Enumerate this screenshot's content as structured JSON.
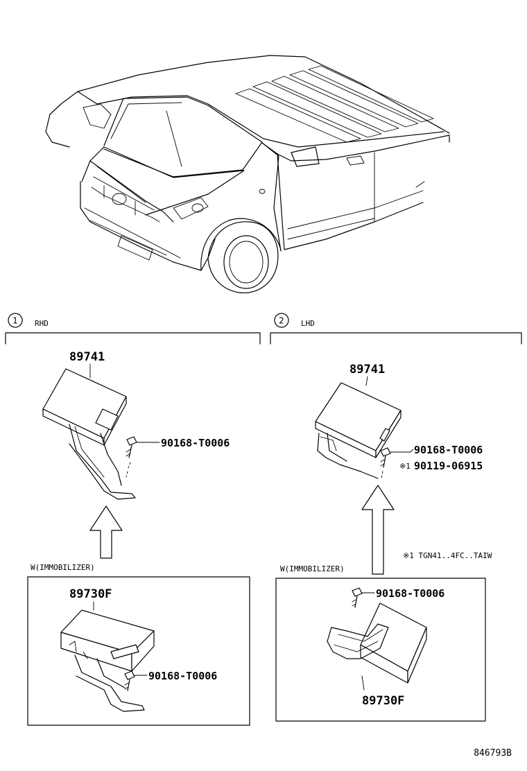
{
  "sections": [
    {
      "number": "1",
      "label": "RHD",
      "main_part": "89741",
      "bolt_part": "90168-T0006",
      "sub_label": "W(IMMOBILIZER)",
      "sub_part": "89730F",
      "sub_bolt_part": "90168-T0006"
    },
    {
      "number": "2",
      "label": "LHD",
      "main_part": "89741",
      "bolt_part": "90168-T0006",
      "bolt_part_alt": "90119-06915",
      "alt_mark": "※1",
      "footnote": "※1 TGN41..4FC..TAIW",
      "sub_label": "W(IMMOBILIZER)",
      "sub_part": "89730F",
      "sub_bolt_part": "90168-T0006"
    }
  ],
  "diagram_code": "846793B"
}
